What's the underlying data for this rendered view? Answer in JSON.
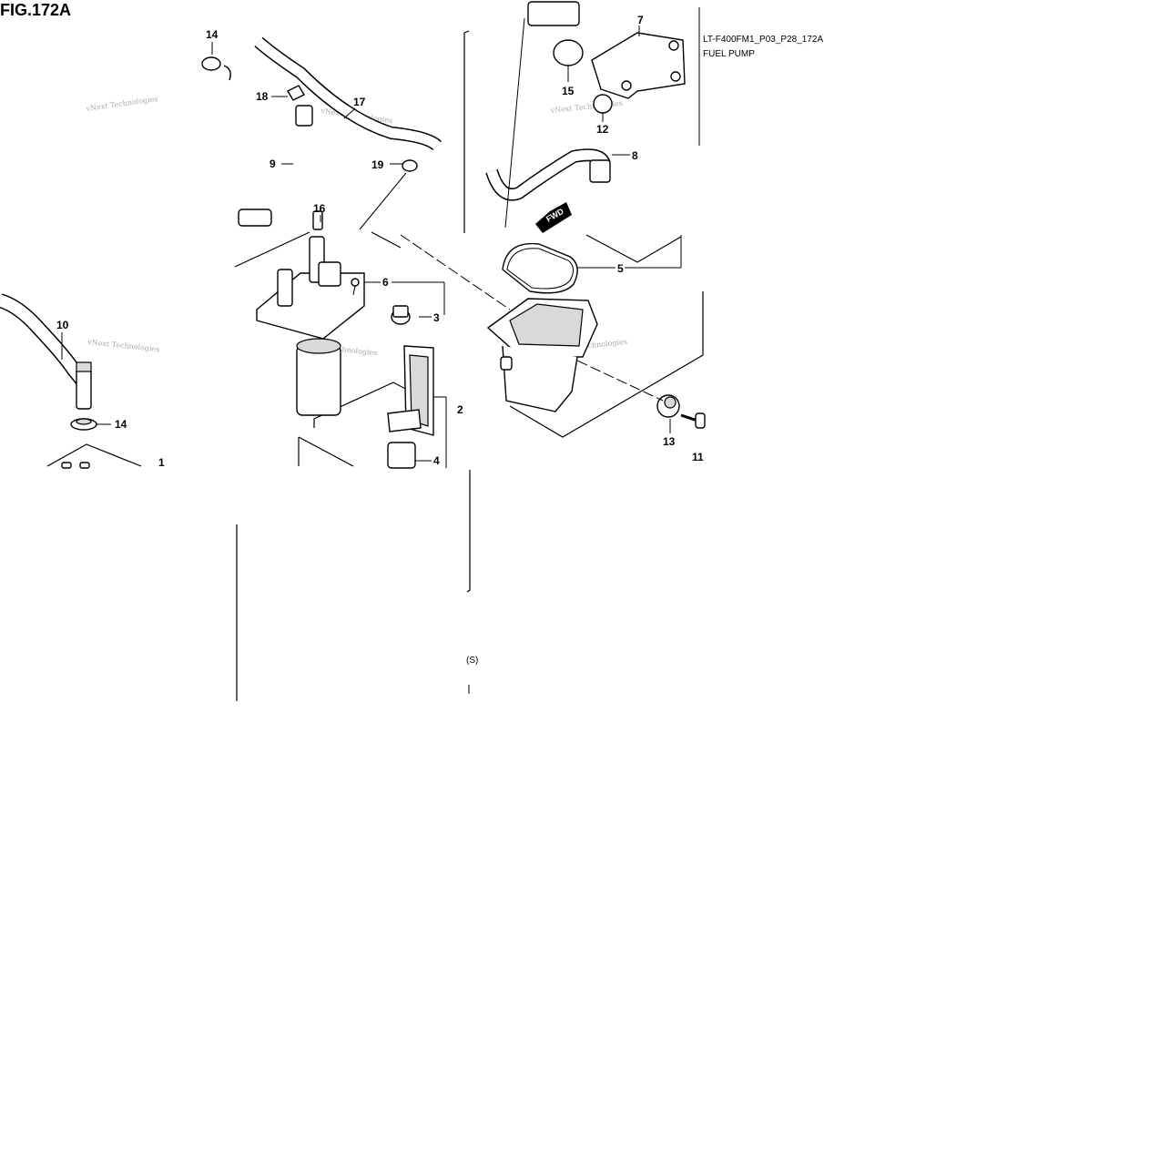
{
  "figure": {
    "title": "FIG.172A",
    "model_code": "LT-F400FM1_P03_P28_172A",
    "section": "FUEL PUMP",
    "fwd_label": "FWD",
    "watermark": "vNext Technologies"
  },
  "callouts": {
    "c1": "1",
    "c2": "2",
    "c3": "3",
    "c4": "4",
    "c5": "5",
    "c6": "6",
    "c7": "7",
    "c8": "8",
    "c9": "9",
    "c10": "10",
    "c11": "11",
    "c12": "12",
    "c13": "13",
    "c14a": "14",
    "c14b": "14",
    "c15": "15",
    "c16": "16",
    "c17": "17",
    "c18": "18",
    "c19": "19"
  },
  "colors": {
    "ink": "#000000",
    "watermark": "#9a9a9a",
    "background": "#ffffff"
  }
}
